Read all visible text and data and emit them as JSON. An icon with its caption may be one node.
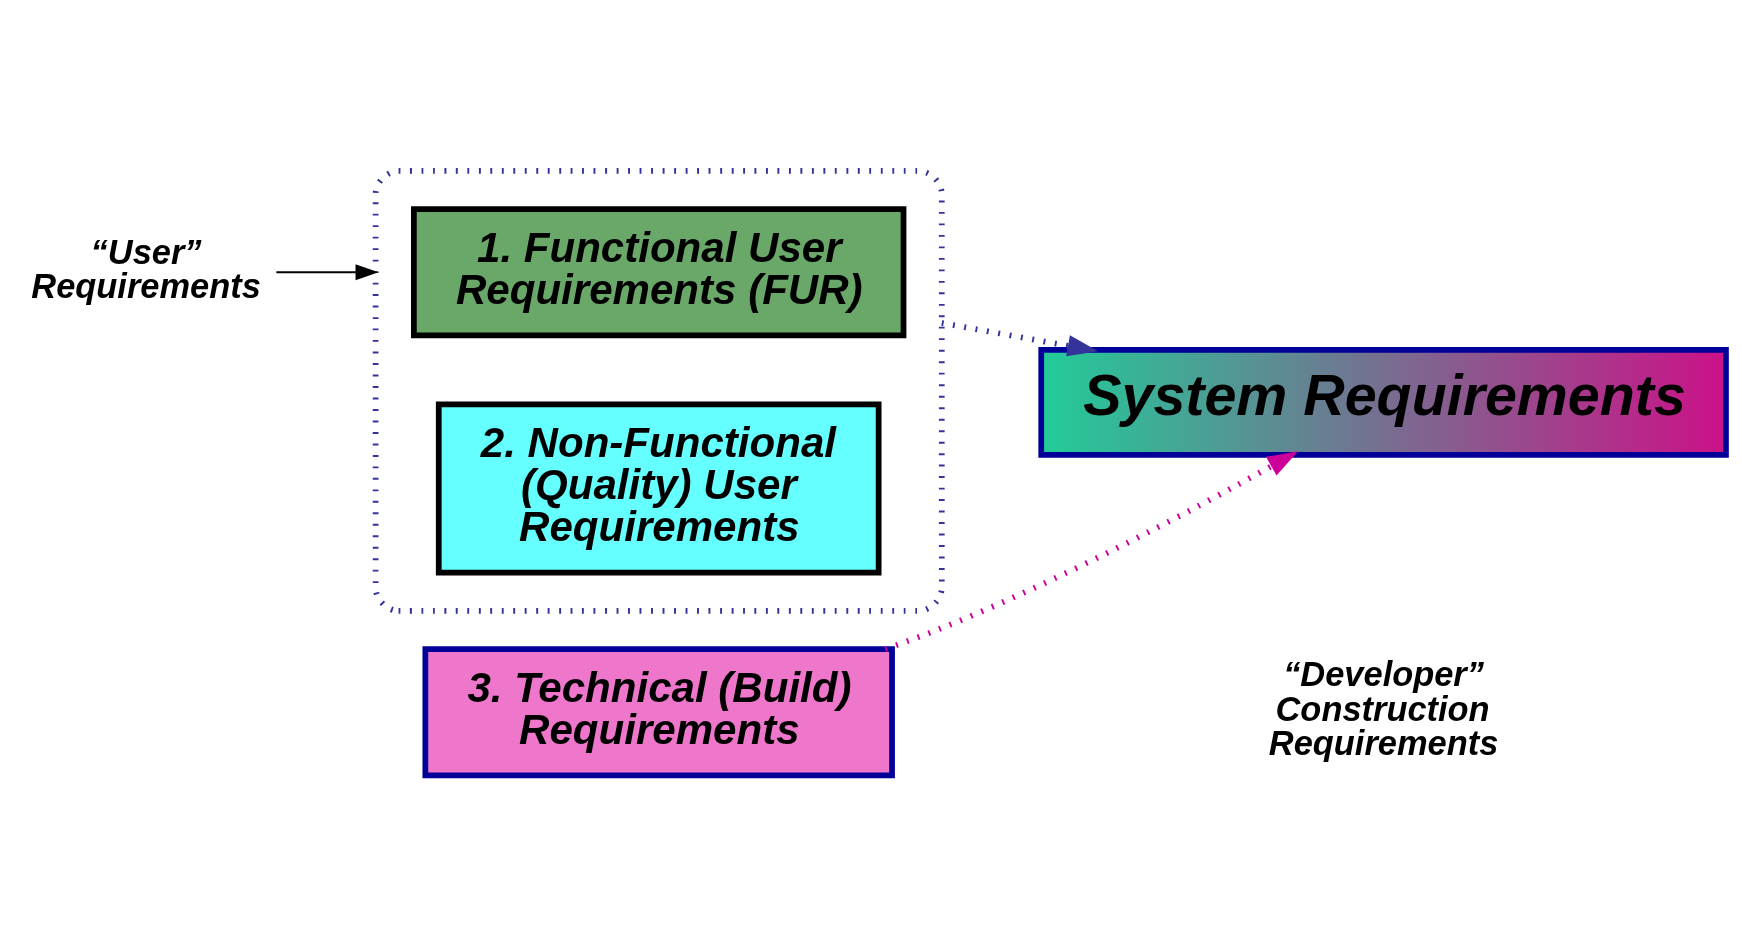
{
  "diagram": {
    "nodes": [
      {
        "text": [],
        "shape": "box"
      },
      {
        "text": [
          "1. Functional User Requirements (FUR)"
        ],
        "in": 0
      },
      {
        "text": [
          "2. Non-Functional (Quality) User Requirements"
        ],
        "in": 0
      },
      {
        "text": [
          "3. Technical (Build) Requirements"
        ]
      },
      {
        "text": [
          "System Requirements"
        ]
      },
      {
        "text": [
          "“User” Requirements"
        ]
      }
    ],
    "edges": [
      {
        "from": 0,
        "to": 4,
        "arrow": "to",
        "style": "dashed",
        "color": "#333399"
      },
      {
        "from": 3,
        "to": 4,
        "arrow": "to",
        "style": "dashed",
        "color": "#cc0099"
      },
      {
        "from": 5,
        "to": 0,
        "arrow": "to",
        "color": "#000000"
      }
    ],
    "labels": [
      "“Developer” Construction Requirements"
    ]
  }
}
